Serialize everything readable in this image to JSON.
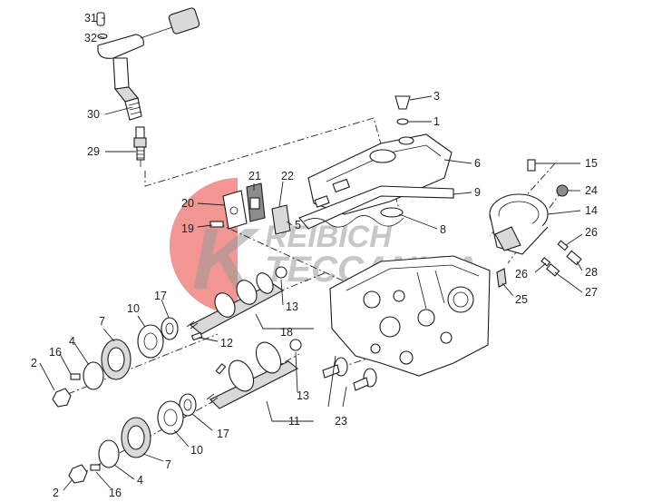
{
  "watermark": {
    "line1": "REIBICH",
    "line2": "TECCANICA",
    "logo_letter": "K",
    "logo_color": "#e8403a"
  },
  "callouts": [
    "1",
    "2",
    "2",
    "3",
    "4",
    "4",
    "5",
    "6",
    "7",
    "7",
    "8",
    "9",
    "10",
    "10",
    "11",
    "12",
    "13",
    "13",
    "14",
    "15",
    "16",
    "16",
    "17",
    "17",
    "18",
    "19",
    "20",
    "21",
    "22",
    "23",
    "24",
    "25",
    "26",
    "26",
    "27",
    "28",
    "29",
    "30",
    "31",
    "32"
  ]
}
